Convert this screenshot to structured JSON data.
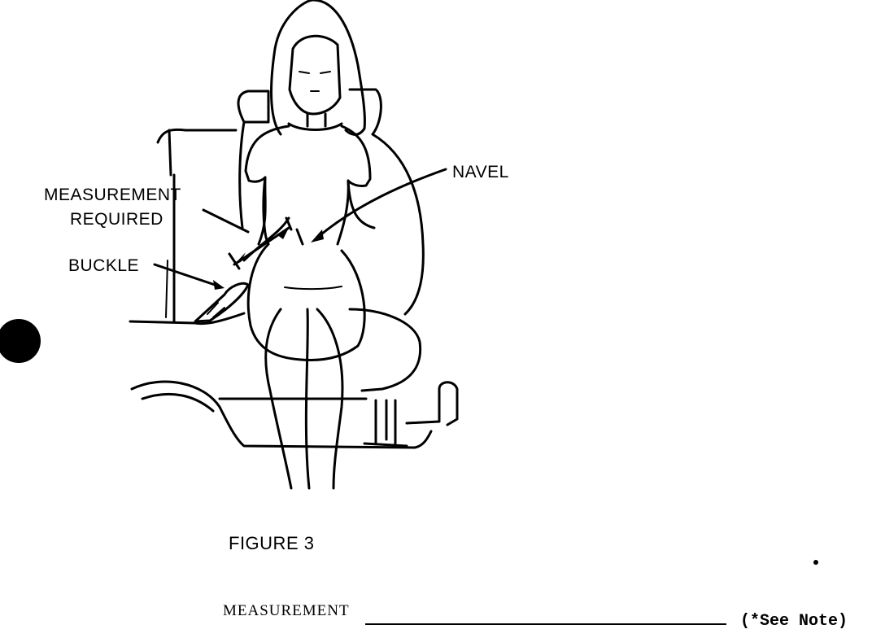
{
  "figure": {
    "labels": {
      "measurement_line1": "MEASUREMENT",
      "measurement_line2": "REQUIRED",
      "buckle": "BUCKLE",
      "navel": "NAVEL"
    },
    "caption": "FIGURE 3"
  },
  "form": {
    "measurement_label": "MEASUREMENT",
    "note": "(*See Note)"
  },
  "colors": {
    "ink": "#000000",
    "paper": "#ffffff"
  }
}
